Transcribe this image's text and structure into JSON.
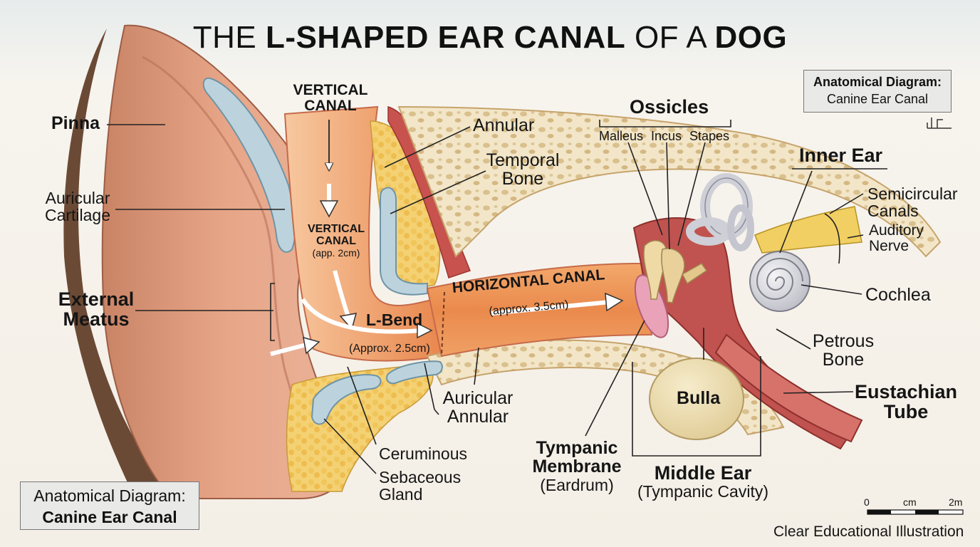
{
  "title": {
    "part1": "THE ",
    "part2": "L-SHAPED EAR CANAL",
    "part3": " OF A ",
    "part4": "DOG"
  },
  "labels": {
    "pinna": "Pinna",
    "auricular_cartilage_1": "Auricular",
    "auricular_cartilage_2": "Cartilage",
    "external_meatus_1": "External",
    "external_meatus_2": "Meatus",
    "vertical_canal_top_1": "VERTICAL",
    "vertical_canal_top_2": "CANAL",
    "vertical_canal_inner_1": "VERTICAL",
    "vertical_canal_inner_2": "CANAL",
    "vertical_canal_inner_3": "(app. 2cm)",
    "l_bend": "L-Bend",
    "l_bend_size": "(Approx. 2.5cm)",
    "horizontal_canal": "HORIZONTAL CANAL",
    "horizontal_canal_size": "(approx. 3.5cm)",
    "annular": "Annular",
    "temporal_bone_1": "Temporal",
    "temporal_bone_2": "Bone",
    "ossicles": "Ossicles",
    "malleus": "Malleus",
    "incus": "Incus",
    "stapes": "Stapes",
    "inner_ear": "Inner Ear",
    "semicircular_1": "Semicircular",
    "semicircular_2": "Canals",
    "auditory_1": "Auditory",
    "auditory_2": "Nerve",
    "cochlea": "Cochlea",
    "petrous_1": "Petrous",
    "petrous_2": "Bone",
    "eustachian_1": "Eustachian",
    "eustachian_2": "Tube",
    "bulla": "Bulla",
    "tympanic_1": "Tympanic",
    "tympanic_2": "Membrane",
    "tympanic_3": "(Eardrum)",
    "middle_ear_1": "Middle Ear",
    "middle_ear_2": "(Tympanic Cavity)",
    "auricular_annular_1": "Auricular",
    "auricular_annular_2": "Annular",
    "ceruminous": "Ceruminous",
    "sebaceous_1": "Sebaceous",
    "sebaceous_2": "Gland"
  },
  "top_box": {
    "line1": "Anatomical Diagram:",
    "line2": "Canine Ear Canal"
  },
  "bottom_box": {
    "line1": "Anatomical Diagram:",
    "line2": "Canine Ear Canal"
  },
  "scale": {
    "start": "0",
    "mid": "cm",
    "end": "2m"
  },
  "footer": "Clear Educational Illustration"
}
